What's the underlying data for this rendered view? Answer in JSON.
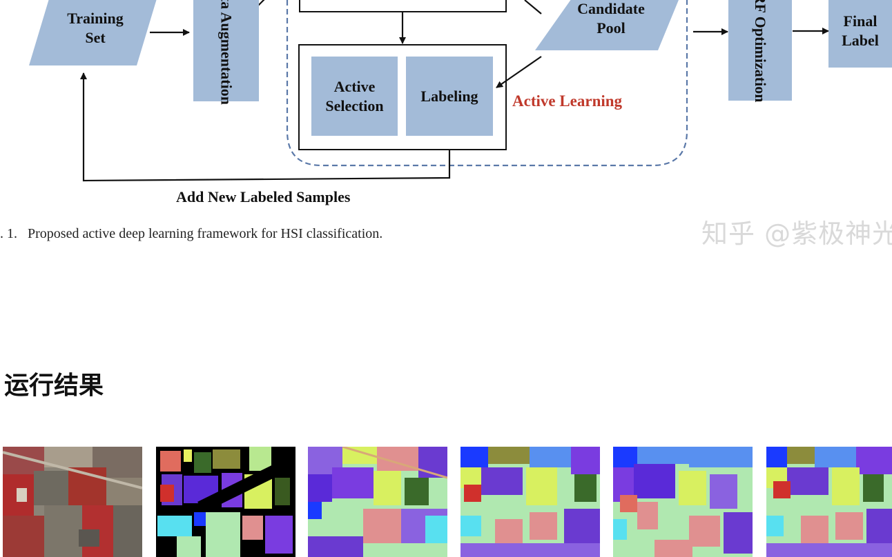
{
  "diagram": {
    "training_set": "Training\nSet",
    "data_augmentation": "Data Augmentation",
    "active_selection": "Active\nSelection",
    "labeling": "Labeling",
    "candidate_pool": "Candidate\nPool",
    "active_learning": "Active Learning",
    "mrf_optimization": "MRF Optimization",
    "final_label": "Final\nLabel",
    "feedback_label": "Add New Labeled Samples"
  },
  "caption": ". 1.   Proposed active deep learning framework for HSI classification.",
  "watermark": "知乎 @紫极神光",
  "section_heading": "运行结果",
  "colors": {
    "box_fill": "#a3bbd8",
    "active_learning_text": "#c0392b",
    "dashed_border": "#5a78a8"
  },
  "result_images": [
    {
      "name": "false-color-image"
    },
    {
      "name": "ground-truth-map"
    },
    {
      "name": "classification-map-1"
    },
    {
      "name": "classification-map-2"
    },
    {
      "name": "classification-map-3"
    },
    {
      "name": "classification-map-4"
    }
  ]
}
